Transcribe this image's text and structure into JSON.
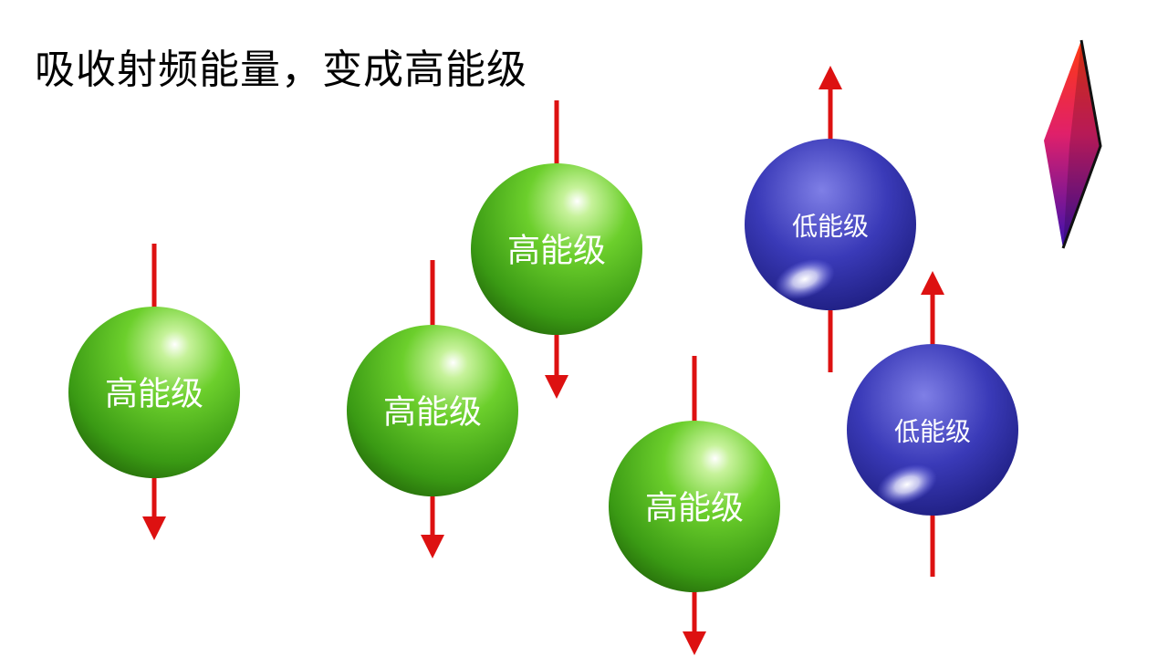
{
  "title": "吸收射频能量，变成高能级",
  "labels": {
    "high": "高能级",
    "low": "低能级"
  },
  "colors": {
    "high_ball": "#44aa1c",
    "low_ball": "#2c2ca0",
    "arrow": "#dd1111",
    "prism_top": "#ff2020",
    "prism_bottom": "#3a0aa8"
  },
  "spins": [
    {
      "state": "high",
      "direction": "down"
    },
    {
      "state": "high",
      "direction": "down"
    },
    {
      "state": "high",
      "direction": "down"
    },
    {
      "state": "high",
      "direction": "down"
    },
    {
      "state": "low",
      "direction": "up"
    },
    {
      "state": "low",
      "direction": "up"
    }
  ]
}
